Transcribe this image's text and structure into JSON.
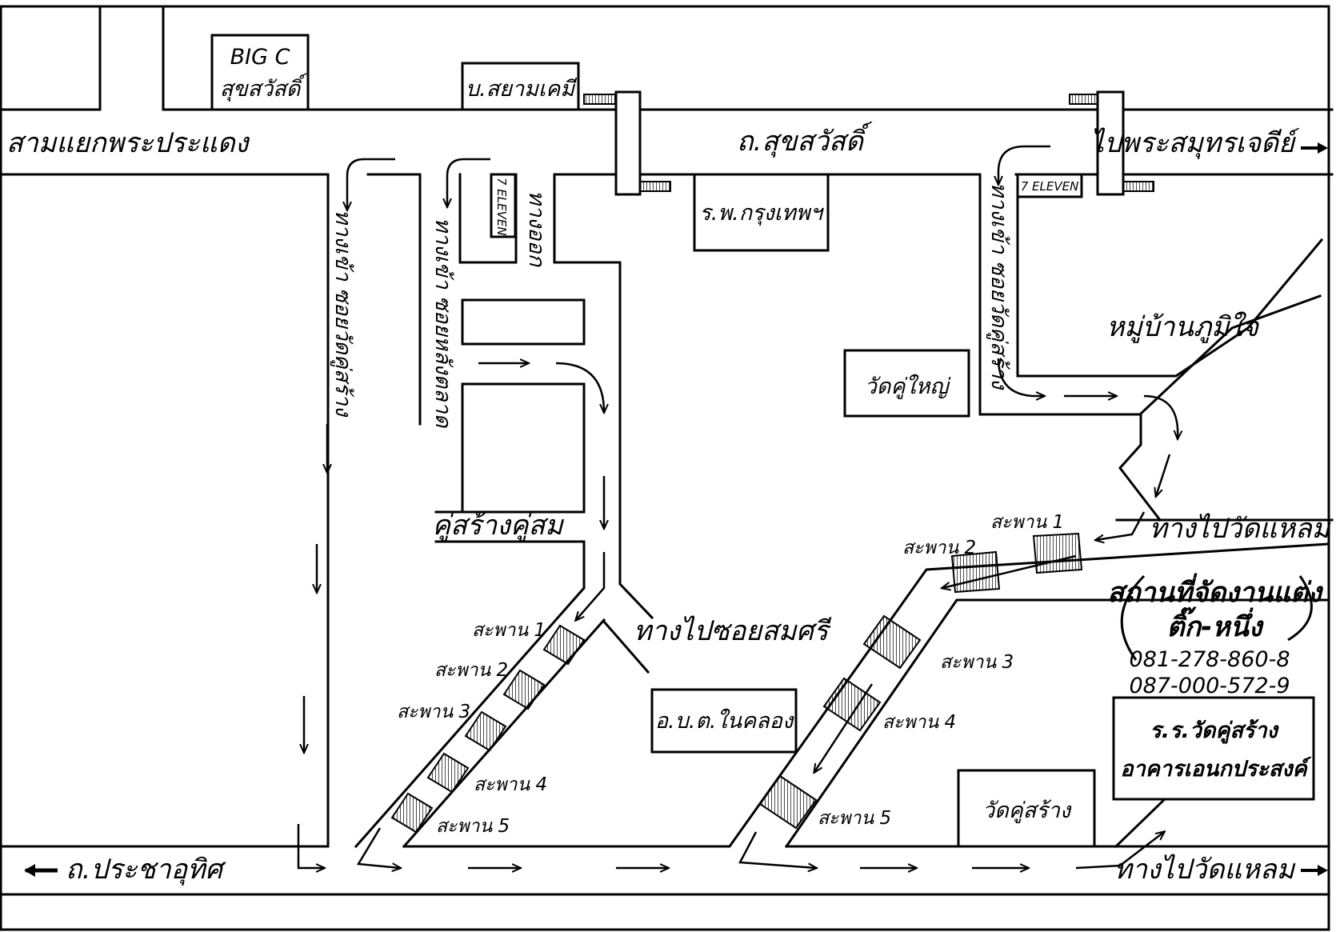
{
  "roads": {
    "main_top": "ถ.สุขสวัสดิ์",
    "top_left_end": "สามแยกพระประแดง",
    "top_right_end": "ไปพระสมุทรเจดีย์",
    "bottom_left_end": "ถ.ประชาอุทิศ",
    "bottom_right_end": "ทางไปวัดแหลม",
    "right_mid_end": "ทางไปวัดแหลม",
    "to_soi_somsri": "ทางไปซอยสมศรี"
  },
  "sois": {
    "left_vertical": "ทางเข้า ซอยวัดคู่สร้าง",
    "middle_vertical": "ทางเข้า ซอยหลังตลาด",
    "exit_vertical": "ทางออก",
    "right_vertical": "ทางเข้า ซอยวัดคู่สร้าง"
  },
  "places": {
    "big_c_line1": "BIG C",
    "big_c_line2": "สุขสวัสดิ์",
    "siam_chem": "บ.สยามเคมี",
    "hospital": "ร.พ.กรุงเทพฯ",
    "seven_eleven_left": "7 ELEVEN",
    "seven_eleven_right": "7 ELEVEN",
    "wat_ku_yai": "วัดคู่ใหญ่",
    "village": "หมู่บ้านภูมิใจ",
    "ku_sang_ku_som": "คู่สร้างคู่สม",
    "obt": "อ.บ.ต.ในคลอง",
    "wat_ku_sang": "วัดคู่สร้าง",
    "venue_line1": "สถานที่จัดงานแต่ง",
    "venue_line2": "ติ๊ก-หนึ่ง",
    "phone1": "081-278-860-8",
    "phone2": "087-000-572-9",
    "school_line1": "ร.ร.วัดคู่สร้าง",
    "school_line2": "อาคารเอนกประสงค์"
  },
  "bridges_left": [
    "สะพาน 1",
    "สะพาน 2",
    "สะพาน 3",
    "สะพาน 4",
    "สะพาน 5"
  ],
  "bridges_right": [
    "สะพาน 1",
    "สะพาน 2",
    "สะพาน 3",
    "สะพาน 4",
    "สะพาน 5"
  ],
  "icons": {
    "arrow_left": "arrow-left-icon",
    "arrow_right": "arrow-right-icon",
    "route_arrow": "route-arrow-icon"
  }
}
